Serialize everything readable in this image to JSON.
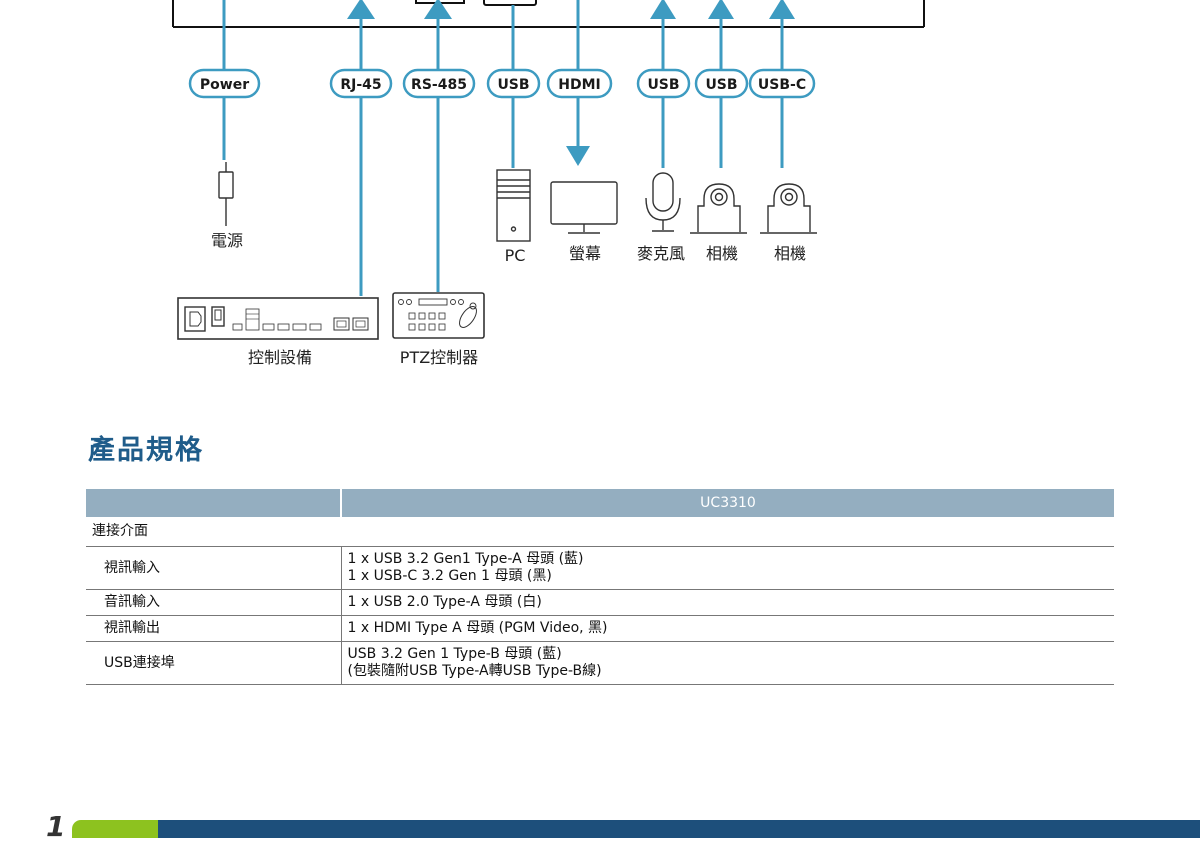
{
  "diagram": {
    "port_labels": [
      "Power",
      "RJ-45",
      "RS-485",
      "USB",
      "HDMI",
      "USB",
      "USB",
      "USB-C"
    ],
    "device_labels": {
      "power": "電源",
      "pc": "PC",
      "monitor": "螢幕",
      "microphone": "麥克風",
      "camera1": "相機",
      "camera2": "相機",
      "control": "控制設備",
      "ptz": "PTZ控制器"
    },
    "line_color": "#3d9bc1"
  },
  "section_title": "產品規格",
  "spec_table": {
    "model": "UC3310",
    "section_label": "連接介面",
    "rows": [
      {
        "label": "視訊輸入",
        "value_lines": [
          "1 x USB 3.2 Gen1 Type-A 母頭 (藍)",
          "1 x USB-C 3.2 Gen 1 母頭 (黑)"
        ]
      },
      {
        "label": "音訊輸入",
        "value_lines": [
          "1 x USB 2.0 Type-A 母頭 (白)"
        ]
      },
      {
        "label": "視訊輸出",
        "value_lines": [
          "1 x HDMI Type A 母頭 (PGM Video, 黑)"
        ]
      },
      {
        "label": "USB連接埠",
        "value_lines": [
          "USB 3.2 Gen 1 Type-B 母頭 (藍)",
          "(包裝隨附USB Type-A轉USB Type-B線)"
        ]
      }
    ]
  },
  "footer": {
    "page_number": "1",
    "colors": {
      "green": "#8dc21f",
      "blue": "#1d4f7b"
    }
  }
}
